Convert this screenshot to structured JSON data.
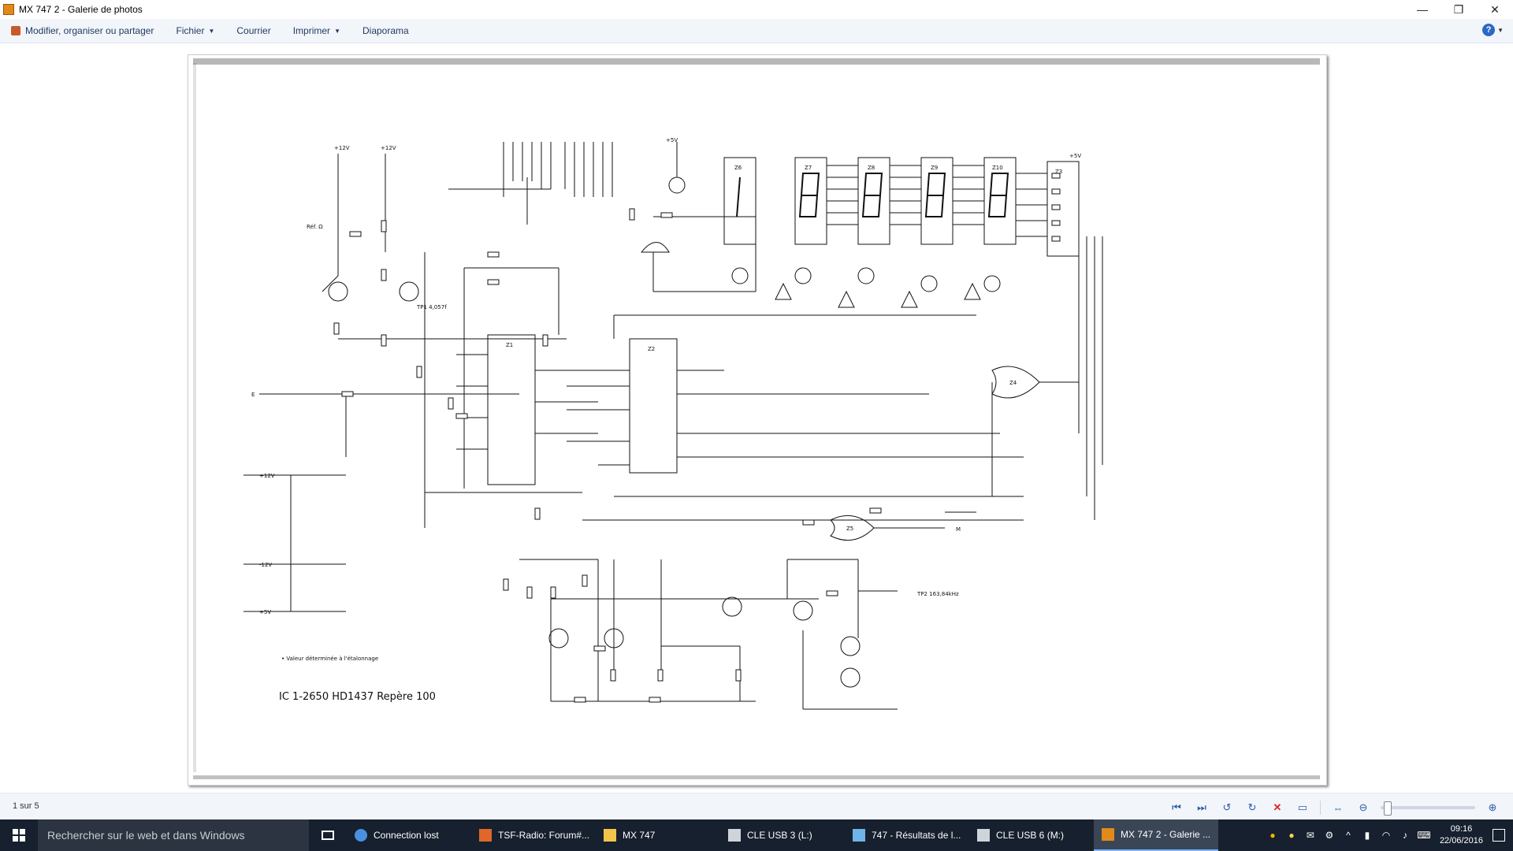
{
  "window": {
    "title": "MX 747 2 - Galerie de photos",
    "controls": {
      "minimize": "—",
      "restore": "❐",
      "close": "✕"
    }
  },
  "menu": {
    "items": [
      {
        "label": "Modifier, organiser ou partager",
        "has_dropdown": false
      },
      {
        "label": "Fichier",
        "has_dropdown": true
      },
      {
        "label": "Courrier",
        "has_dropdown": false
      },
      {
        "label": "Imprimer",
        "has_dropdown": true
      },
      {
        "label": "Diaporama",
        "has_dropdown": false
      }
    ],
    "help": "?"
  },
  "photo": {
    "schematic_labels": {
      "caption": "IC 1-2650    HD1437    Repère 100",
      "note": "• Valeur déterminée à l'étalonnage",
      "rail_p12": "+12V",
      "rail_m12": "-12V",
      "rail_p5": "+5V",
      "input_e": "E",
      "ref": "Réf. Ω",
      "tp1": "TP1  4,057f",
      "tp2": "TP2  163,84kHz",
      "z1": "Z1",
      "z2": "Z2",
      "z3": "Z3",
      "z4": "Z4",
      "z5": "Z5",
      "z6": "Z6",
      "z7": "Z7",
      "z8": "Z8",
      "z9": "Z9",
      "z10": "Z10",
      "m": "M"
    }
  },
  "status": {
    "counter": "1 sur 5"
  },
  "taskbar": {
    "search_placeholder": "Rechercher sur le web et dans Windows",
    "tasks": [
      {
        "label": "Connection lost",
        "icon_color": "#4a90e2",
        "active": false
      },
      {
        "label": "TSF-Radio: Forum#...",
        "icon_color": "#e0662b",
        "active": false
      },
      {
        "label": "MX 747",
        "icon_color": "#f2c54a",
        "active": false
      },
      {
        "label": "CLE USB 3 (L:)",
        "icon_color": "#cfd4da",
        "active": false
      },
      {
        "label": "747 - Résultats de l...",
        "icon_color": "#6fb3e8",
        "active": false
      },
      {
        "label": "CLE USB 6 (M:)",
        "icon_color": "#cfd4da",
        "active": false
      },
      {
        "label": "MX 747 2 - Galerie ...",
        "icon_color": "#e08a1c",
        "active": true
      }
    ],
    "clock": {
      "time": "09:16",
      "date": "22/06/2016"
    }
  }
}
